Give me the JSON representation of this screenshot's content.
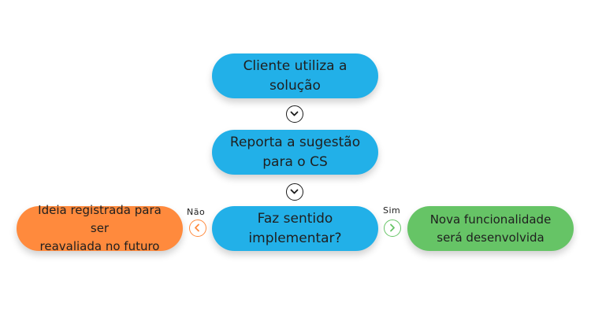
{
  "nodes": {
    "cliente": [
      "Cliente utiliza a",
      "solução"
    ],
    "reporta": [
      "Reporta a sugestão",
      "para o CS"
    ],
    "faz": [
      "Faz sentido",
      "implementar?"
    ],
    "ideia": [
      "Ideia registrada para ser",
      "reavaliada no futuro"
    ],
    "nova": [
      "Nova funcionalidade",
      "será desenvolvida"
    ]
  },
  "edges": {
    "nao_label": "Não",
    "sim_label": "Sim"
  },
  "colors": {
    "process": "#22b0e8",
    "no_branch": "#ff8a3d",
    "yes_branch": "#66c466",
    "arrow": "#1a1a1a"
  },
  "icons": {
    "down": "chevron-down-icon",
    "left": "chevron-left-icon",
    "right": "chevron-right-icon"
  }
}
